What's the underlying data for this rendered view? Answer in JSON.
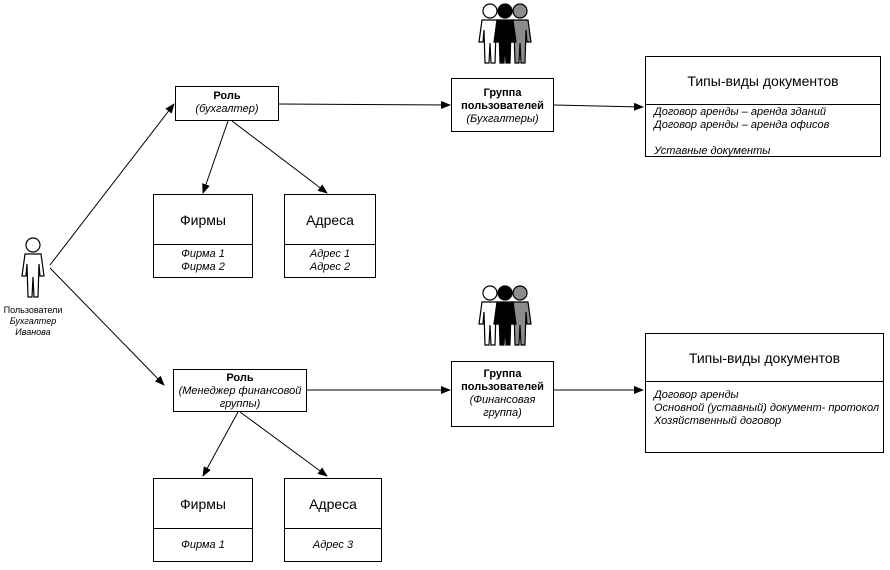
{
  "user": {
    "title": "Пользователи",
    "name_line1": "Бухгалтер",
    "name_line2": "Иванова"
  },
  "top": {
    "role": {
      "title": "Роль",
      "subtitle": "(бухгалтер)"
    },
    "group": {
      "title_line1": "Группа",
      "title_line2": "пользователей",
      "subtitle": "(Бухгалтеры)"
    },
    "docs": {
      "title": "Типы-виды документов",
      "items": [
        "Договор аренды – аренда зданий",
        "Договор аренды – аренда офисов",
        "",
        "Уставные документы"
      ]
    },
    "firms": {
      "title": "Фирмы",
      "items": [
        "Фирма 1",
        "Фирма 2"
      ]
    },
    "addresses": {
      "title": "Адреса",
      "items": [
        "Адрес 1",
        "Адрес 2"
      ]
    }
  },
  "bottom": {
    "role": {
      "title": "Роль",
      "subtitle_line1": "(Менеджер финансовой",
      "subtitle_line2": "группы)"
    },
    "group": {
      "title_line1": "Группа",
      "title_line2": "пользователей",
      "subtitle_line1": "(Финансовая",
      "subtitle_line2": "группа)"
    },
    "docs": {
      "title": "Типы-виды документов",
      "items": [
        "Договор аренды",
        "Основной (уставный) документ- протокол",
        "Хозяйственный договор"
      ]
    },
    "firms": {
      "title": "Фирмы",
      "items": [
        "Фирма 1"
      ]
    },
    "addresses": {
      "title": "Адреса",
      "items": [
        "Адрес 3"
      ]
    }
  }
}
